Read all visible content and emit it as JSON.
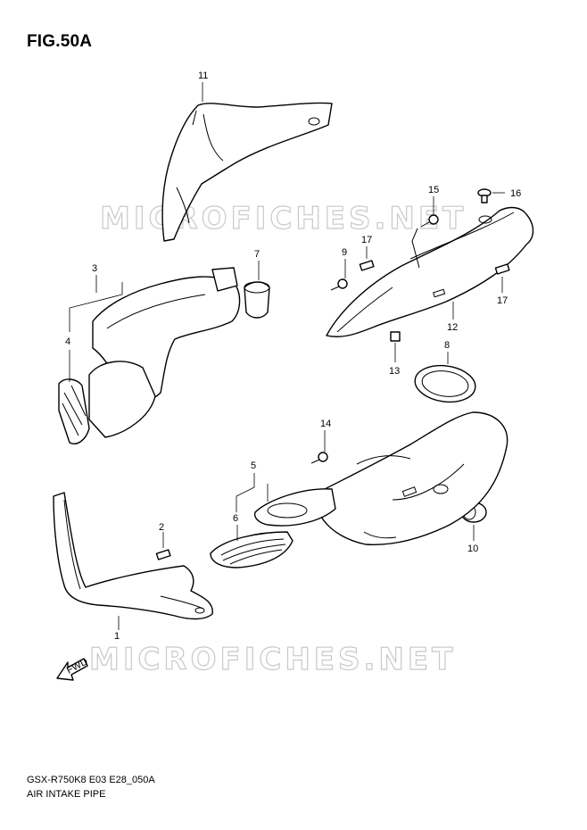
{
  "figure": {
    "title": "FIG.50A",
    "model_code": "GSX-R750K8 E03 E28_050A",
    "caption": "AIR INTAKE PIPE"
  },
  "watermark": {
    "text": "MICROFICHES.NET"
  },
  "callouts": {
    "c1": "1",
    "c2": "2",
    "c3": "3",
    "c4": "4",
    "c5": "5",
    "c6": "6",
    "c7": "7",
    "c8": "8",
    "c9": "9",
    "c10": "10",
    "c11": "11",
    "c12": "12",
    "c13": "13",
    "c14": "14",
    "c15": "15",
    "c16": "16",
    "c17a": "17",
    "c17b": "17"
  },
  "fwd_arrow": {
    "label": "FWD"
  }
}
